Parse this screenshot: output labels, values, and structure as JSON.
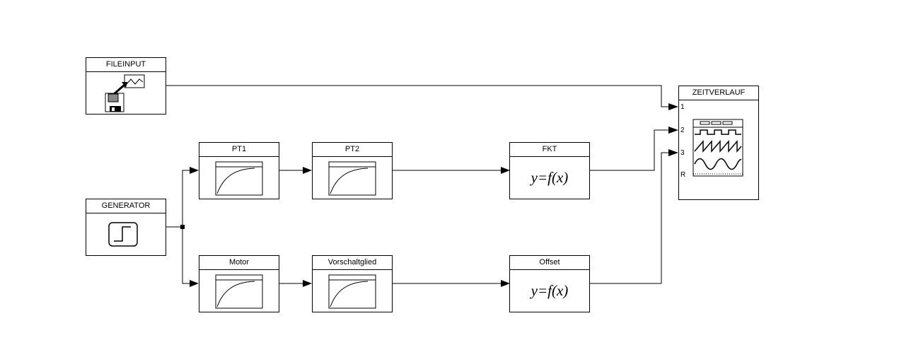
{
  "blocks": {
    "fileinput": {
      "title": "FILEINPUT",
      "icon": "file-input-icon"
    },
    "generator": {
      "title": "GENERATOR",
      "icon": "step-signal-icon"
    },
    "pt1": {
      "title": "PT1",
      "icon": "step-response-icon"
    },
    "pt2": {
      "title": "PT2",
      "icon": "step-response-icon"
    },
    "motor": {
      "title": "Motor",
      "icon": "step-response-icon"
    },
    "vorschaltglied": {
      "title": "Vorschaltglied",
      "icon": "step-response-icon"
    },
    "fkt": {
      "title": "FKT",
      "function": "y=f(x)"
    },
    "offset": {
      "title": "Offset",
      "function": "y=f(x)"
    },
    "zeitverlauf": {
      "title": "ZEITVERLAUF",
      "icon": "oscilloscope-icon",
      "ports": [
        "1",
        "2",
        "3",
        "R"
      ]
    }
  },
  "connections": [
    {
      "from": "FILEINPUT",
      "to": "ZEITVERLAUF 1"
    },
    {
      "from": "GENERATOR",
      "to": "PT1"
    },
    {
      "from": "GENERATOR",
      "to": "Motor"
    },
    {
      "from": "PT1",
      "to": "PT2"
    },
    {
      "from": "PT2",
      "to": "FKT"
    },
    {
      "from": "FKT",
      "to": "ZEITVERLAUF 2"
    },
    {
      "from": "Motor",
      "to": "Vorschaltglied"
    },
    {
      "from": "Vorschaltglied",
      "to": "Offset"
    },
    {
      "from": "Offset",
      "to": "ZEITVERLAUF 3"
    }
  ],
  "colors": {
    "line": "#000000",
    "background": "#ffffff"
  }
}
